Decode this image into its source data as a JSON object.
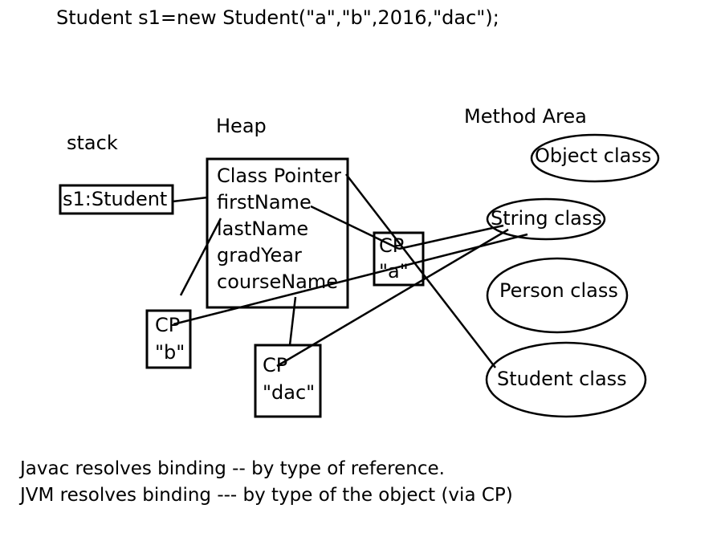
{
  "code_line": "Student s1=new Student(\"a\",\"b\",2016,\"dac\");",
  "labels": {
    "stack": "stack",
    "heap": "Heap",
    "method_area": "Method Area"
  },
  "stack_var": "s1:Student",
  "heap_fields": [
    "Class Pointer",
    "firstName",
    "lastName",
    "gradYear",
    "courseName"
  ],
  "cp_boxes": {
    "a": {
      "line1": "CP",
      "line2": "\"a\""
    },
    "b": {
      "line1": "CP",
      "line2": "\"b\""
    },
    "dac": {
      "line1": "CP",
      "line2": "\"dac\""
    }
  },
  "classes": {
    "object": "Object class",
    "string": "String class",
    "person": "Person class",
    "student": "Student class"
  },
  "notes": [
    "Javac resolves binding -- by type of reference.",
    "JVM resolves binding --- by type of the object (via CP)"
  ]
}
